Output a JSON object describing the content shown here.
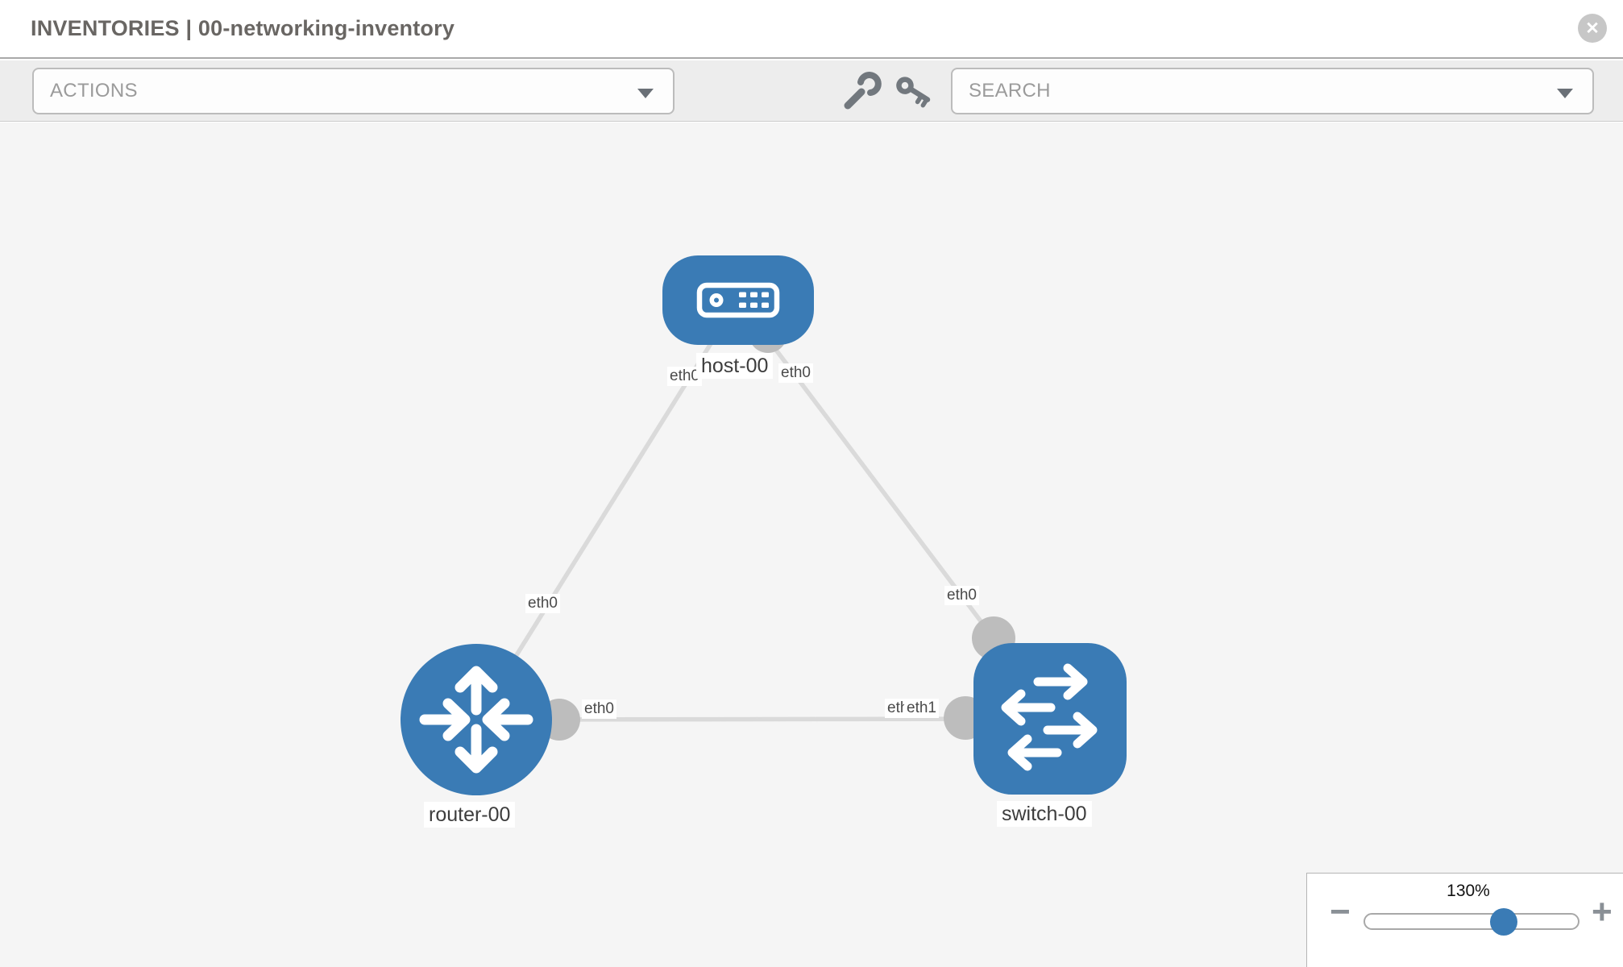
{
  "header": {
    "breadcrumb_root": "INVENTORIES",
    "separator": "|",
    "inventory_name": "00-networking-inventory",
    "title": "INVENTORIES | 00-networking-inventory"
  },
  "toolbar": {
    "actions_label": "ACTIONS",
    "search_placeholder": "SEARCH",
    "icons": [
      "wrench-icon",
      "key-icon",
      "dropdown-caret",
      "dropdown-caret"
    ]
  },
  "icons": {
    "close": "✕",
    "dropdown_caret": "triangle-down",
    "wrench": "wrench",
    "key": "key"
  },
  "topology": {
    "nodes": [
      {
        "id": "host-00",
        "type": "host",
        "label": "host-00",
        "icon": "server-icon"
      },
      {
        "id": "router-00",
        "type": "router",
        "label": "router-00",
        "icon": "router-arrows-icon"
      },
      {
        "id": "switch-00",
        "type": "switch",
        "label": "switch-00",
        "icon": "switch-arrows-icon"
      }
    ],
    "links": [
      {
        "source": "host-00",
        "source_interface": "eth0",
        "target": "router-00",
        "target_interface": "eth0"
      },
      {
        "source": "host-00",
        "source_interface": "eth0",
        "target": "switch-00",
        "target_interface": "eth0"
      },
      {
        "source": "router-00",
        "source_interface": "eth0",
        "target": "switch-00",
        "target_interface": "eth1"
      }
    ],
    "colors": {
      "node_blue": "#3a7bb5",
      "port_gray": "#bdbdbd",
      "link_gray": "#dadada",
      "canvas_bg": "#f5f5f5"
    }
  },
  "zoom_panel": {
    "level": "130%",
    "minus_label": "−",
    "plus_label": "+",
    "slider_percent": 64
  }
}
